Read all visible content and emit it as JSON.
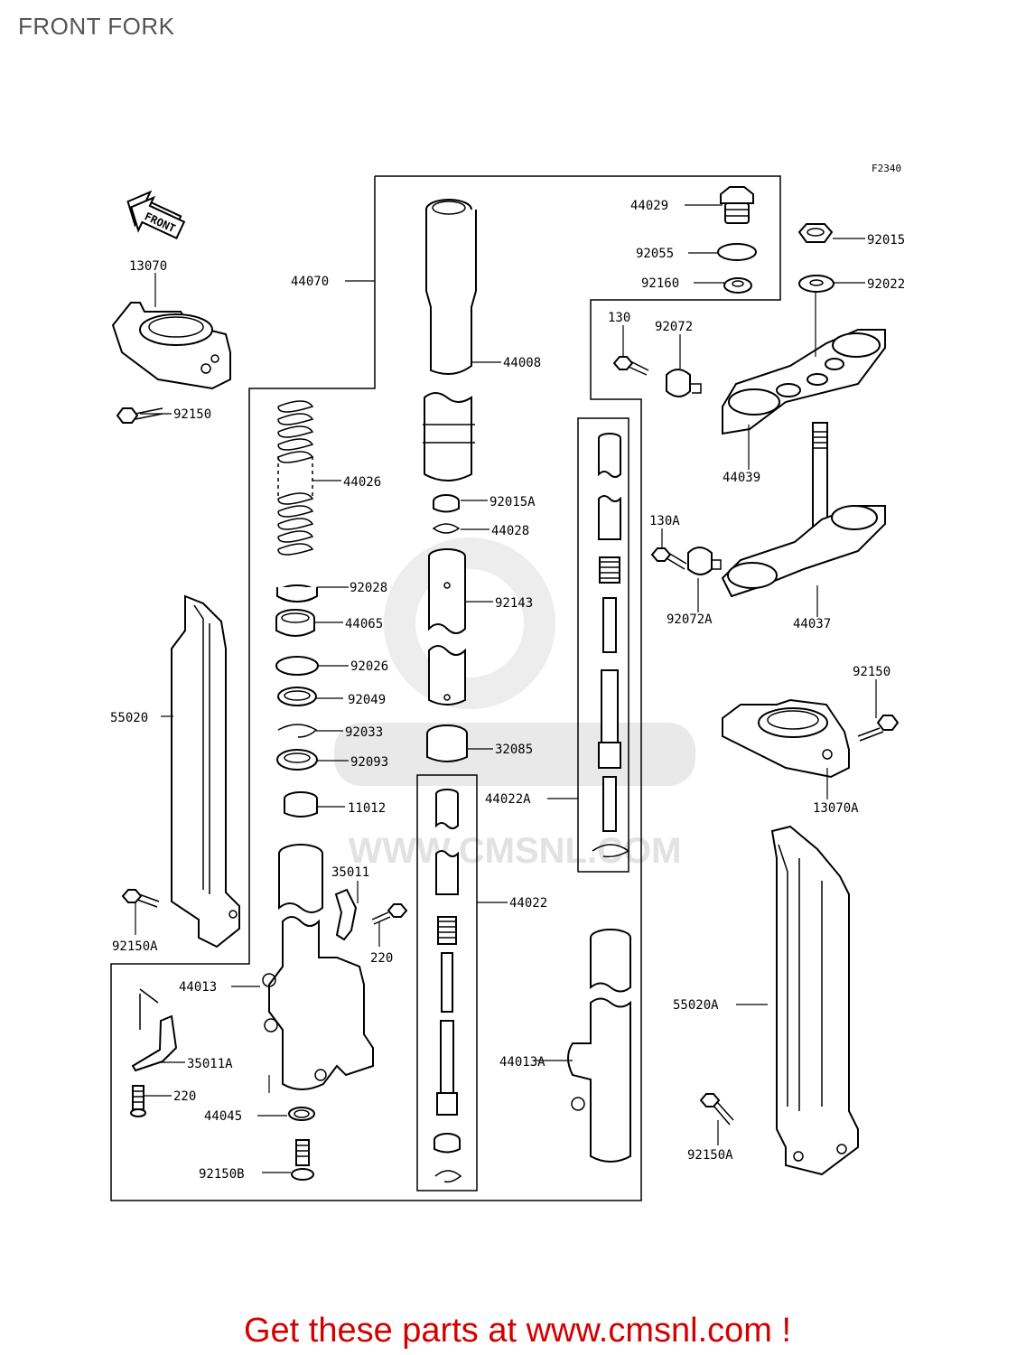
{
  "page": {
    "title": "FRONT FORK",
    "footer": "Get these parts at www.cmsnl.com !"
  },
  "diagram": {
    "figure_code": "F2340",
    "front_label": "FRONT",
    "watermark": "WWW.CMSNL.COM",
    "part_labels": {
      "p44029": "44029",
      "p92055": "92055",
      "p92160": "92160",
      "p92015": "92015",
      "p92022": "92022",
      "p13070": "13070",
      "p44070": "44070",
      "p44008": "44008",
      "p130": "130",
      "p92072": "92072",
      "p44039": "44039",
      "p92150_a": "92150",
      "p44026": "44026",
      "p92015A": "92015A",
      "p44028": "44028",
      "p130A": "130A",
      "p92028": "92028",
      "p92143": "92143",
      "p92072A": "92072A",
      "p44037": "44037",
      "p44065": "44065",
      "p92026": "92026",
      "p92150_b": "92150",
      "p92049": "92049",
      "p55020": "55020",
      "p92033": "92033",
      "p32085": "32085",
      "p92093": "92093",
      "p44022A": "44022A",
      "p13070A": "13070A",
      "p11012": "11012",
      "p35011": "35011",
      "p44022": "44022",
      "p92150A_left": "92150A",
      "p220_a": "220",
      "p44013": "44013",
      "p55020A": "55020A",
      "p35011A": "35011A",
      "p44013A": "44013A",
      "p220_b": "220",
      "p44045": "44045",
      "p92150A_right": "92150A",
      "p92150B": "92150B"
    }
  }
}
